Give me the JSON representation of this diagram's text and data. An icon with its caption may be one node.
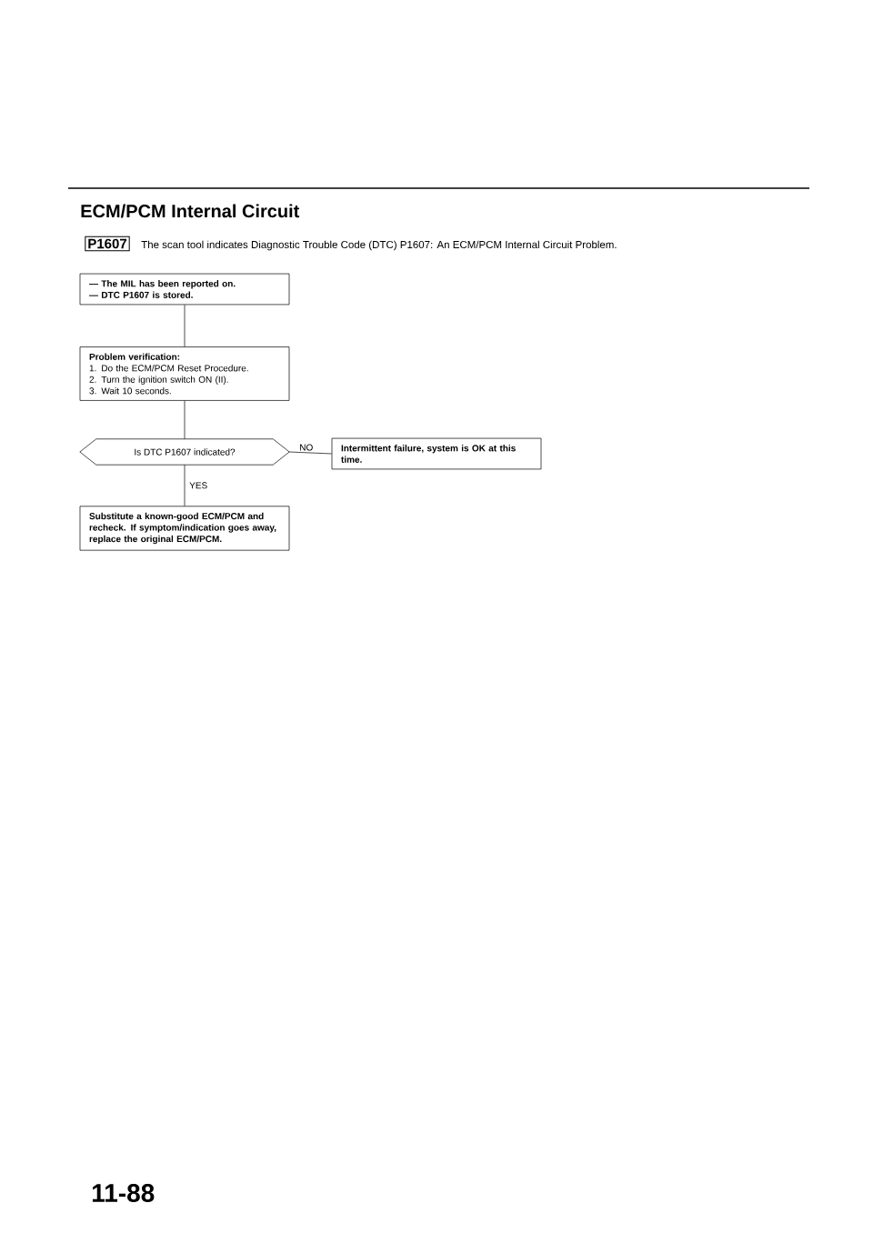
{
  "diagram": {
    "title": "ECM/PCM Internal Circuit",
    "nodes": [
      {
        "text": [
          "P1607"
        ]
      },
      {
        "text": [
          "— The MIL has been reported on.",
          "— DTC P1607 is stored."
        ]
      },
      {
        "text": [
          "Problem verification:",
          "1. Do the ECM/PCM Reset Procedure.",
          "2. Turn the ignition switch ON (II).",
          "3. Wait 10 seconds."
        ]
      },
      {
        "text": [
          "Is DTC P1607 indicated?"
        ]
      },
      {
        "text": [
          "Intermittent failure, system is OK at this time."
        ]
      },
      {
        "text": [
          "Substitute a known-good ECM/PCM and recheck. If symptom/indication goes away, replace the original ECM/PCM."
        ]
      }
    ],
    "edges": [
      {
        "from": 1,
        "to": 2,
        "arrow": "none"
      },
      {
        "from": 2,
        "to": 3,
        "arrow": "none"
      },
      {
        "from": 3,
        "to": 4,
        "arrow": "none",
        "label": "NO"
      },
      {
        "from": 3,
        "to": 5,
        "arrow": "none",
        "label": "YES"
      }
    ],
    "labels": [
      "The scan tool indicates Diagnostic Trouble Code (DTC) P1607: An ECM/PCM Internal Circuit Problem.",
      "11-88"
    ]
  }
}
